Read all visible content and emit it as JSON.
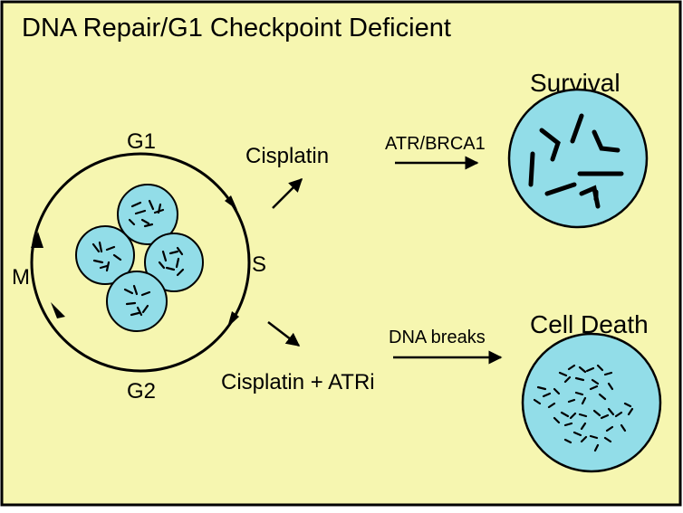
{
  "title": "DNA Repair/G1 Checkpoint Deficient",
  "cycle": {
    "g1": "G1",
    "s": "S",
    "g2": "G2",
    "m": "M"
  },
  "treatments": {
    "top": "Cisplatin",
    "bottom": "Cisplatin + ATRi"
  },
  "processes": {
    "top": "ATR/BRCA1",
    "bottom": "DNA breaks"
  },
  "outcomes": {
    "top": "Survival",
    "bottom": "Cell Death"
  },
  "colors": {
    "background": "#f6f6b0",
    "cell_fill": "#92dde8",
    "stroke": "#000000"
  }
}
